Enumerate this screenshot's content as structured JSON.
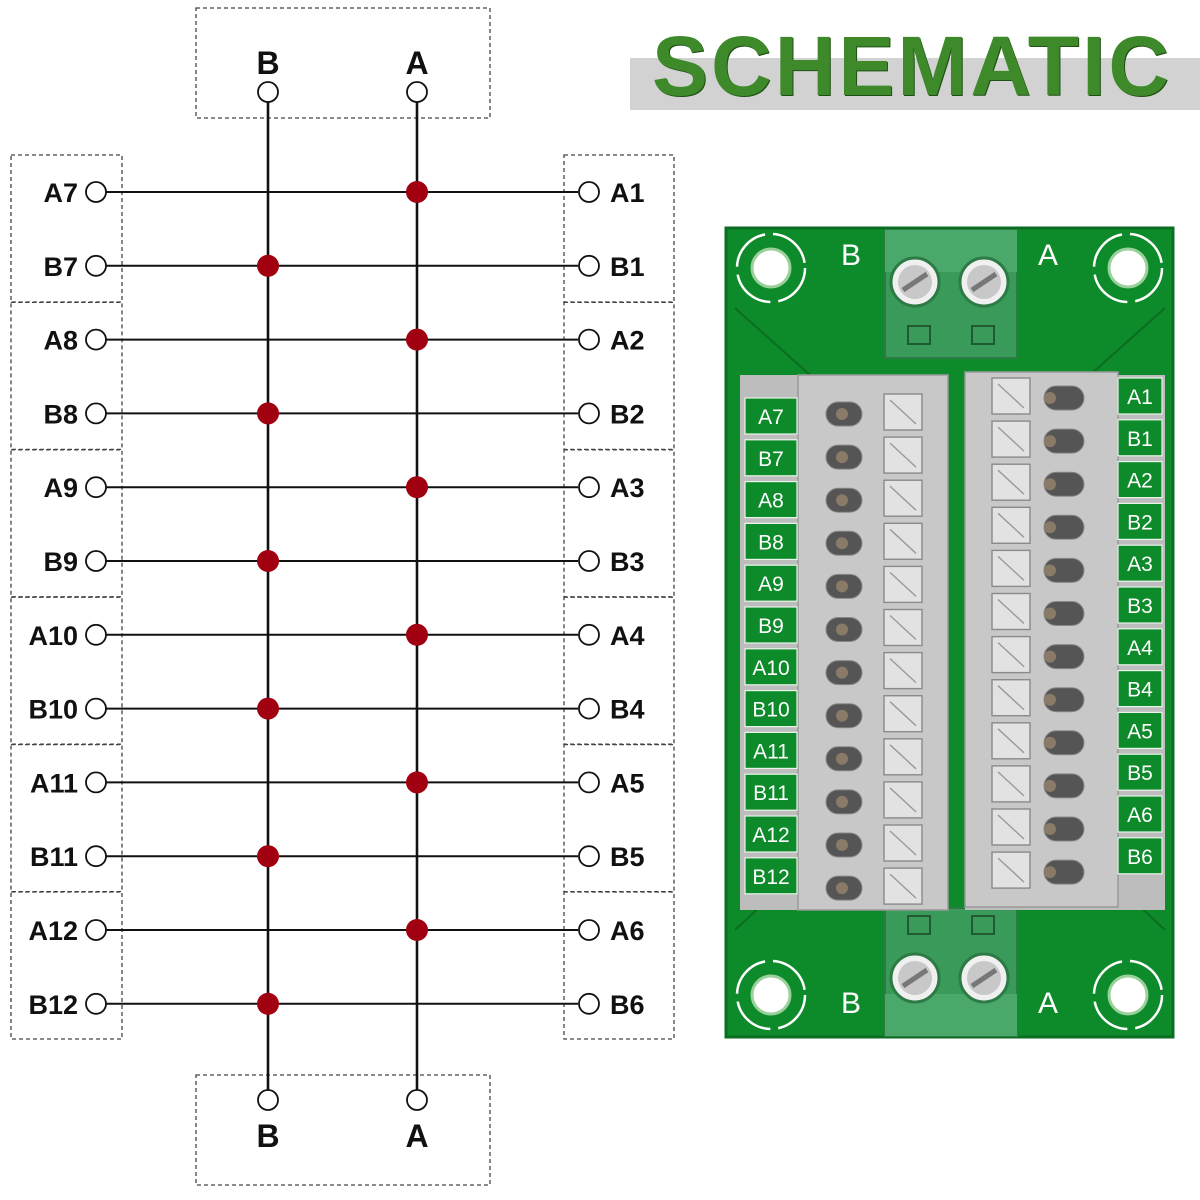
{
  "title": "SCHEMATIC",
  "schematic": {
    "bus_top_labels": [
      "B",
      "A"
    ],
    "bus_bottom_labels": [
      "B",
      "A"
    ],
    "left_terminals": [
      "A7",
      "B7",
      "A8",
      "B8",
      "A9",
      "B9",
      "A10",
      "B10",
      "A11",
      "B11",
      "A12",
      "B12"
    ],
    "right_terminals": [
      "A1",
      "B1",
      "A2",
      "B2",
      "A3",
      "B3",
      "A4",
      "B4",
      "A5",
      "B5",
      "A6",
      "B6"
    ]
  },
  "board": {
    "top_connector_labels": [
      "B",
      "A"
    ],
    "bottom_connector_labels": [
      "B",
      "A"
    ],
    "left_labels": [
      "A7",
      "B7",
      "A8",
      "B8",
      "A9",
      "B9",
      "A10",
      "B10",
      "A11",
      "B11",
      "A12",
      "B12"
    ],
    "right_labels": [
      "A1",
      "B1",
      "A2",
      "B2",
      "A3",
      "B3",
      "A4",
      "B4",
      "A5",
      "B5",
      "A6",
      "B6"
    ],
    "colors": {
      "pcb": "#0d8a2a",
      "pcb_dark": "#0a6e22",
      "connector": "#3a9a5a",
      "terminal_block": "#c8c8c8",
      "junction_dot": "#a00010"
    }
  }
}
